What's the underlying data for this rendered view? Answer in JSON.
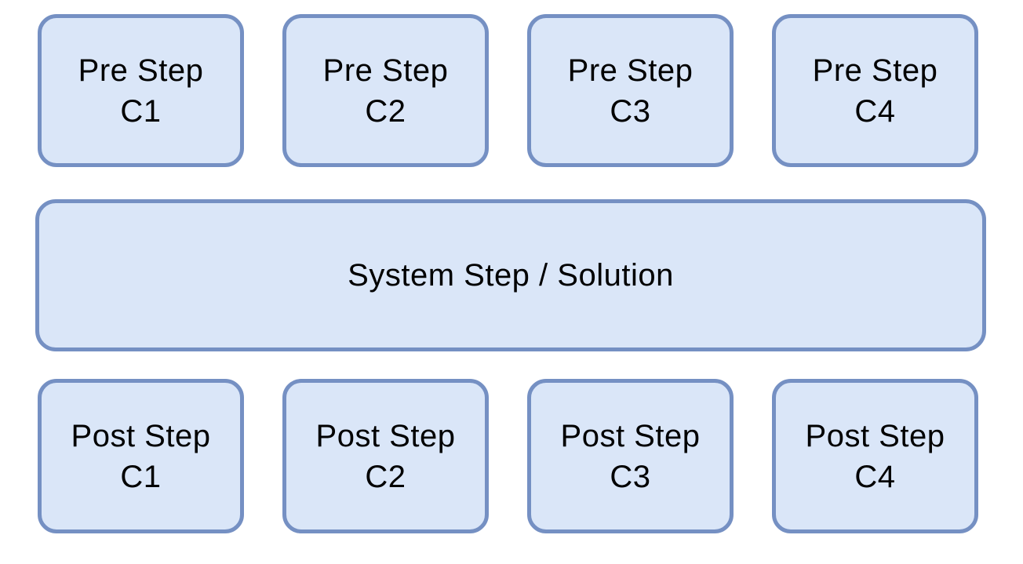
{
  "colors": {
    "box_fill": "#dae6f8",
    "box_border": "#7590c3",
    "text": "#000000",
    "background": "#ffffff"
  },
  "diagram": {
    "pre_steps": [
      {
        "line1": "Pre Step",
        "line2": "C1"
      },
      {
        "line1": "Pre Step",
        "line2": "C2"
      },
      {
        "line1": "Pre Step",
        "line2": "C3"
      },
      {
        "line1": "Pre Step",
        "line2": "C4"
      }
    ],
    "system_step": {
      "label": "System Step / Solution"
    },
    "post_steps": [
      {
        "line1": "Post Step",
        "line2": "C1"
      },
      {
        "line1": "Post Step",
        "line2": "C2"
      },
      {
        "line1": "Post Step",
        "line2": "C3"
      },
      {
        "line1": "Post Step",
        "line2": "C4"
      }
    ]
  }
}
